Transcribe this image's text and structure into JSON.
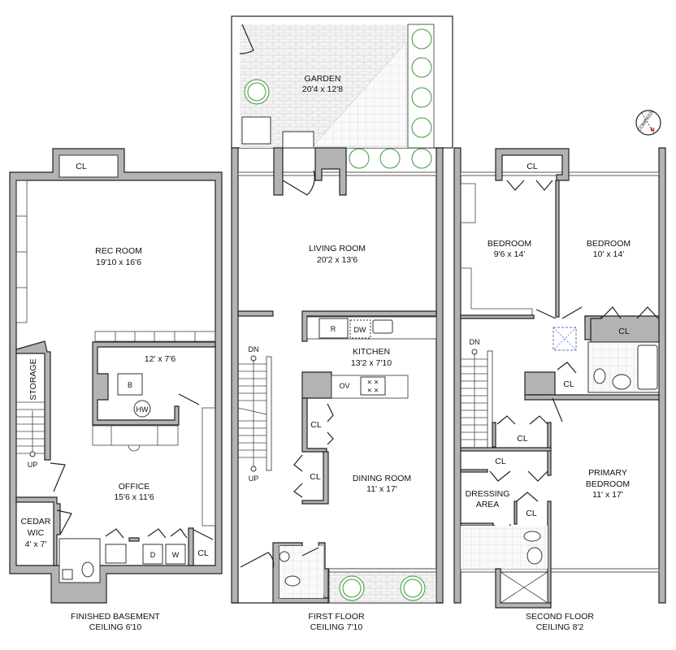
{
  "floors": [
    {
      "id": "basement",
      "title": "FINISHED BASEMENT",
      "ceiling": "CEILING 6'10",
      "rooms": [
        {
          "name": "REC ROOM",
          "size": "19'10 x 16'6"
        },
        {
          "name": "",
          "size": "12' x 7'6"
        },
        {
          "name": "OFFICE",
          "size": "15'6 x 11'6"
        },
        {
          "name": "CEDAR",
          "name2": "WIC",
          "size": "4' x 7'"
        },
        {
          "name": "STORAGE",
          "size": ""
        }
      ],
      "labels": {
        "closet_top": "CL",
        "closet_bottom": "CL",
        "boiler": "B",
        "hot_water": "HW",
        "dryer": "D",
        "washer": "W",
        "stairs_up": "UP"
      }
    },
    {
      "id": "first",
      "title": "FIRST FLOOR",
      "ceiling": "CEILING 7'10",
      "rooms": [
        {
          "name": "GARDEN",
          "size": "20'4 x 12'8"
        },
        {
          "name": "LIVING ROOM",
          "size": "20'2 x 13'6"
        },
        {
          "name": "KITCHEN",
          "size": "13'2 x 7'10"
        },
        {
          "name": "DINING ROOM",
          "size": "11' x 17'"
        }
      ],
      "labels": {
        "fridge": "R",
        "dishwasher": "DW",
        "oven": "OV",
        "closet_a": "CL",
        "closet_b": "CL",
        "stairs_dn": "DN",
        "stairs_up": "UP"
      }
    },
    {
      "id": "second",
      "title": "SECOND FLOOR",
      "ceiling": "CEILING 8'2",
      "rooms": [
        {
          "name": "BEDROOM",
          "size": "9'6 x 14'"
        },
        {
          "name": "BEDROOM",
          "size": "10' x 14'"
        },
        {
          "name": "PRIMARY",
          "name2": "BEDROOM",
          "size": "11' x 17'"
        },
        {
          "name": "DRESSING",
          "name2": "AREA",
          "size": ""
        }
      ],
      "labels": {
        "closet_top": "CL",
        "closet_hall": "CL",
        "closet_bath": "CL",
        "closet_mid": "CL",
        "closet_dress": "CL",
        "closet_small": "CL",
        "stairs_dn": "DN"
      }
    }
  ],
  "compass": {
    "label": "COMPASS",
    "north": "N",
    "north_color": "#cc0000"
  },
  "colors": {
    "wall_fill": "#b3b3b3",
    "outline": "#222222",
    "plant": "#3a9a3a",
    "skylight": "#5a6fd0"
  }
}
